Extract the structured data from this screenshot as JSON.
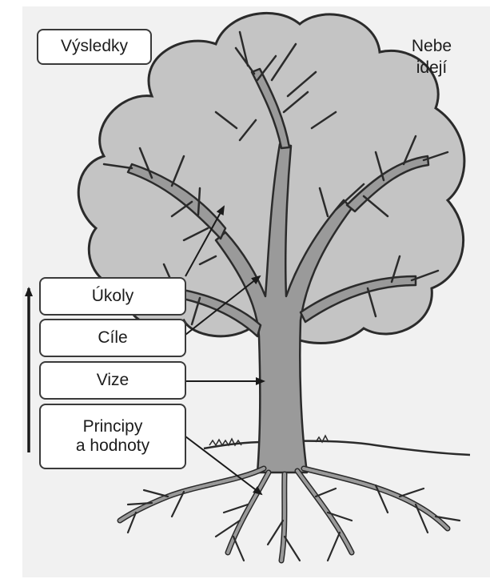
{
  "labels": {
    "results": "Výsledky",
    "tasks": "Úkoly",
    "goals": "Cíle",
    "vision": "Vize",
    "principles_line1": "Principy",
    "principles_line2": "a hodnoty",
    "sky_line1": "Nebe",
    "sky_line2": "idejí"
  },
  "colors": {
    "canopy": "#c4c4c4",
    "trunk": "#9a9a9a",
    "outline": "#2b2b2b",
    "panel": "#f1f1f1"
  }
}
